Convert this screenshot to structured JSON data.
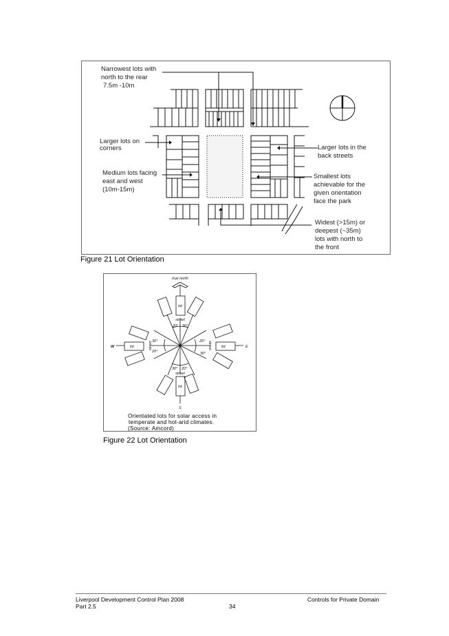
{
  "figure21": {
    "caption": "Figure 21 Lot Orientation",
    "labels": {
      "narrowest": [
        "Narrowest lots with",
        "north to the rear",
        "7.5m -10m"
      ],
      "corners": [
        "Larger lots on",
        "corners"
      ],
      "medium": [
        "Medium lots facing",
        "east and west",
        "(10m-15m)"
      ],
      "back_streets": [
        "Larger lots in the",
        "back streets"
      ],
      "smallest": [
        "Smallest lots",
        "achievable for the",
        "given orientation",
        "face the park"
      ],
      "widest": [
        "Widest (>15m) or",
        "deepest (~35m)",
        "lots with north to",
        "the front"
      ]
    }
  },
  "figure22": {
    "caption": "Figure 22 Lot Orientation",
    "true_north": "true north",
    "lot": "lot",
    "street": "street",
    "w": "W",
    "e": "E",
    "s": "S",
    "angle_20": "20°",
    "angle_30": "30°",
    "note": [
      "Orientated lots for solar access in",
      "temperate and hot-arid climates.",
      "(Source: Amcord)"
    ]
  },
  "footer": {
    "left_line1": "Liverpool Development Control Plan 2008",
    "left_line2": "Part 2.5",
    "page_number": "34",
    "right": "Controls for Private Domain"
  }
}
